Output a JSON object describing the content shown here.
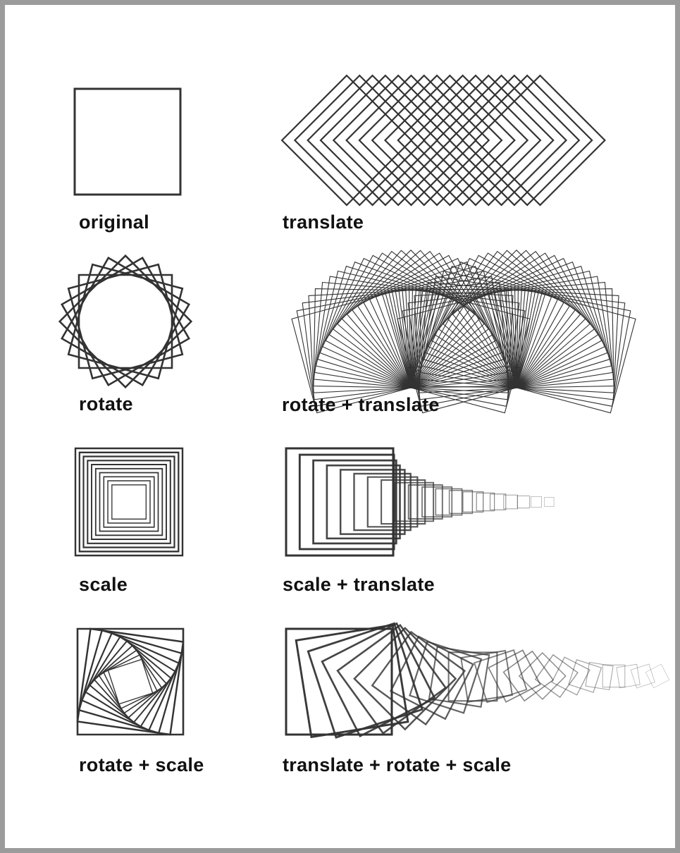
{
  "stroke_color": "#333333",
  "panels": [
    {
      "id": "original",
      "label": "original"
    },
    {
      "id": "translate",
      "label": "translate"
    },
    {
      "id": "rotate",
      "label": "rotate"
    },
    {
      "id": "rotate-translate",
      "label": "rotate + translate"
    },
    {
      "id": "scale",
      "label": "scale"
    },
    {
      "id": "scale-translate",
      "label": "scale + translate"
    },
    {
      "id": "rotate-scale",
      "label": "rotate + scale"
    },
    {
      "id": "translate-rotate-scale",
      "label": "translate + rotate + scale"
    }
  ]
}
